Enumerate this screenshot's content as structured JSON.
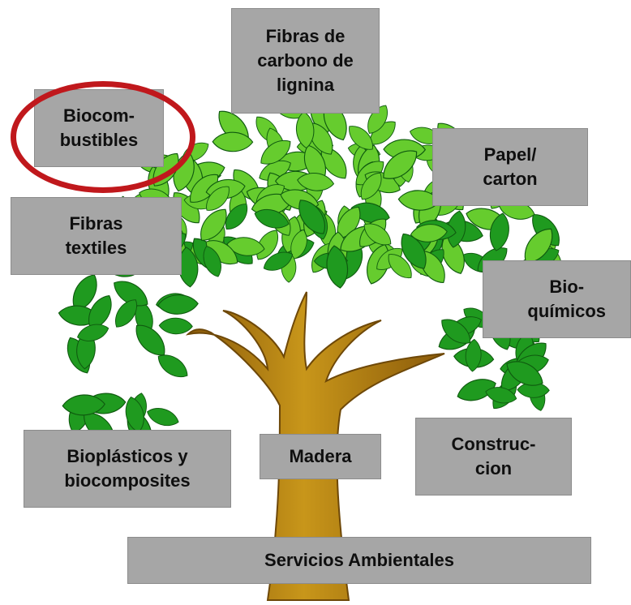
{
  "colors": {
    "box_fill": "#a6a6a6",
    "box_text": "#0f0f0f",
    "highlight_ring": "#c0181c",
    "trunk": "#b8860b",
    "leaf_light": "#66cc2e",
    "leaf_dark": "#1f9a1f"
  },
  "labels": {
    "lignin_carbon_fiber": "Fibras de\ncarbono de\nlignina",
    "biofuels": "Biocom-\nbustibles",
    "paper": "Papel/\ncarton",
    "textile_fibers": "Fibras\ntextiles",
    "biochemicals": "Bio-\nquímicos",
    "bioplastics": "Bioplásticos y\nbiocomposites",
    "wood": "Madera",
    "construction": "Construc-\ncion",
    "environmental_services": "Servicios Ambientales"
  },
  "highlighted": "biofuels"
}
